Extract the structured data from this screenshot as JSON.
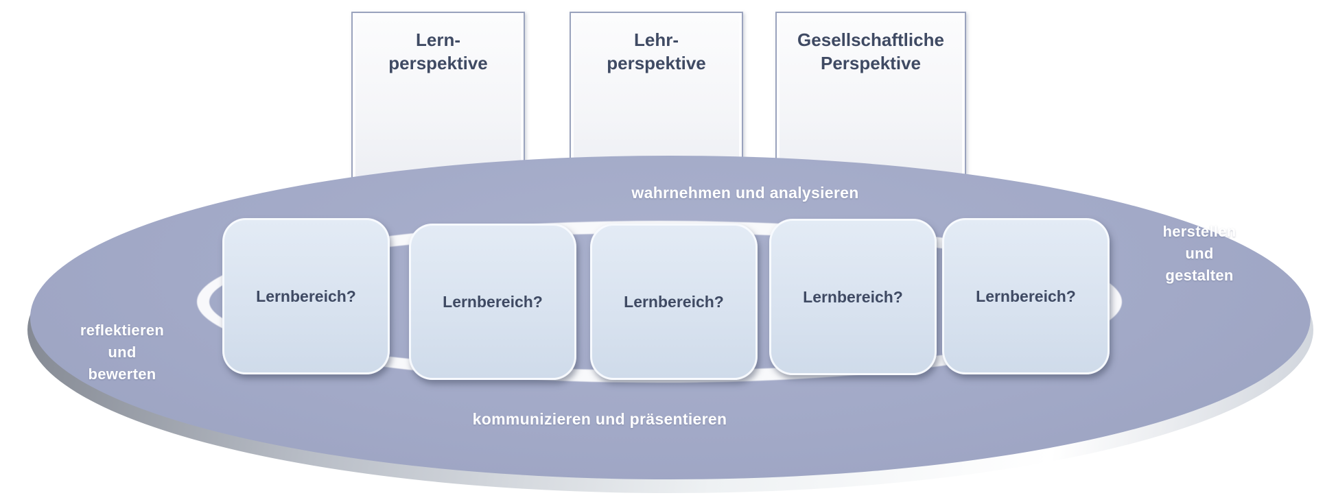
{
  "diagram": {
    "perspective_cards": [
      {
        "line1": "Lern-",
        "line2": "perspektive"
      },
      {
        "line1": "Lehr-",
        "line2": "perspektive"
      },
      {
        "line1": "Gesellschaftliche",
        "line2": "Perspektive"
      }
    ],
    "ellipse_labels": {
      "top": "wahrnehmen und analysieren",
      "bottom": "kommunizieren und präsentieren",
      "right": [
        "herstellen",
        "und",
        "gestalten"
      ],
      "left": [
        "reflektieren",
        "und",
        "bewerten"
      ]
    },
    "learning_area_boxes": [
      {
        "label": "Lernbereich?"
      },
      {
        "label": "Lernbereich?"
      },
      {
        "label": "Lernbereich?"
      },
      {
        "label": "Lernbereich?"
      },
      {
        "label": "Lernbereich?"
      }
    ],
    "colors": {
      "ellipse_fill": "#a2a9c7",
      "box_fill": "#d8e2ef",
      "dark_text": "#3f4a63",
      "card_border": "#9aa3bd",
      "label_text": "#ffffff"
    }
  }
}
